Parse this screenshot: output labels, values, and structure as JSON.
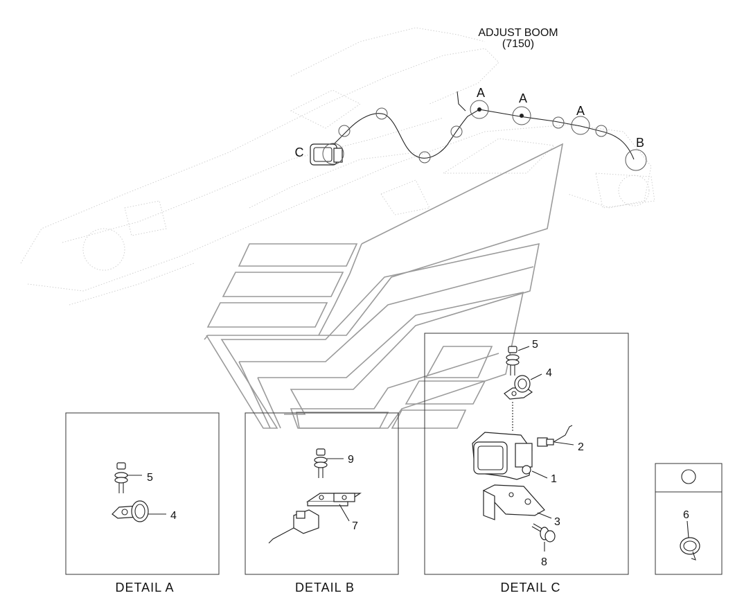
{
  "assembly": {
    "title": "ADJUST BOOM",
    "code": "(7150)"
  },
  "callouts": {
    "a1": "A",
    "a2": "A",
    "a3": "A",
    "b": "B",
    "c": "C"
  },
  "details": {
    "a": {
      "caption": "DETAIL  A",
      "parts": [
        "5",
        "4"
      ]
    },
    "b": {
      "caption": "DETAIL  B",
      "parts": [
        "9",
        "7"
      ]
    },
    "c": {
      "caption": "DETAIL  C",
      "parts": [
        "5",
        "4",
        "2",
        "1",
        "3",
        "8"
      ]
    }
  },
  "side_panel": {
    "part": "6"
  }
}
